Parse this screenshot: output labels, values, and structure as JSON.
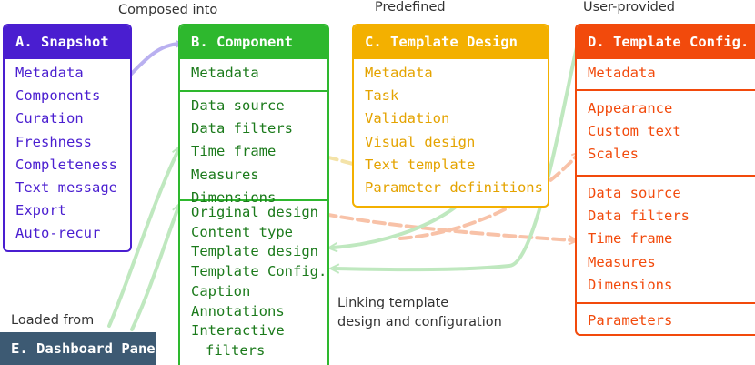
{
  "labels": {
    "composed_into": "Composed into",
    "predefined": "Predefined",
    "user_provided": "User-provided",
    "loaded_from": "Loaded from",
    "linking_line1": "Linking template",
    "linking_line2": "design and configuration"
  },
  "box_a": {
    "title": "A. Snapshot",
    "items": [
      "Metadata",
      "Components",
      "Curation",
      "Freshness",
      "Completeness",
      "Text message",
      "Export",
      "Auto-recur"
    ]
  },
  "box_b": {
    "title": "B. Component",
    "sections": [
      [
        "Metadata"
      ],
      [
        "Data source",
        "Data filters",
        "Time frame",
        "Measures",
        "Dimensions"
      ],
      [
        "Original design",
        "Content type",
        "Template design",
        "Template Config.",
        "Caption",
        "Annotations",
        "Interactive",
        "filters"
      ]
    ]
  },
  "box_c": {
    "title": "C. Template Design",
    "items": [
      "Metadata",
      "Task",
      "Validation",
      "Visual design",
      "Text template",
      "Parameter definitions"
    ]
  },
  "box_d": {
    "title": "D. Template Config.",
    "sections": [
      [
        "Metadata"
      ],
      [
        "Appearance",
        "Custom text",
        "Scales"
      ],
      [
        "Data source",
        "Data filters",
        "Time frame",
        "Measures",
        "Dimensions"
      ],
      [
        "Parameters"
      ]
    ]
  },
  "box_e": {
    "title": "E. Dashboard Panel"
  },
  "colors": {
    "snapshot": "#4a1ed0",
    "component": "#2eb82e",
    "template_design": "#f3b000",
    "template_config": "#f24a0c",
    "dashboard_panel": "#3d5a73",
    "arrow_blue": "#b9b0f0",
    "arrow_green": "#bfe8bf",
    "arrow_orange": "#f8c2a8",
    "arrow_yellow": "#f4e3a8"
  }
}
